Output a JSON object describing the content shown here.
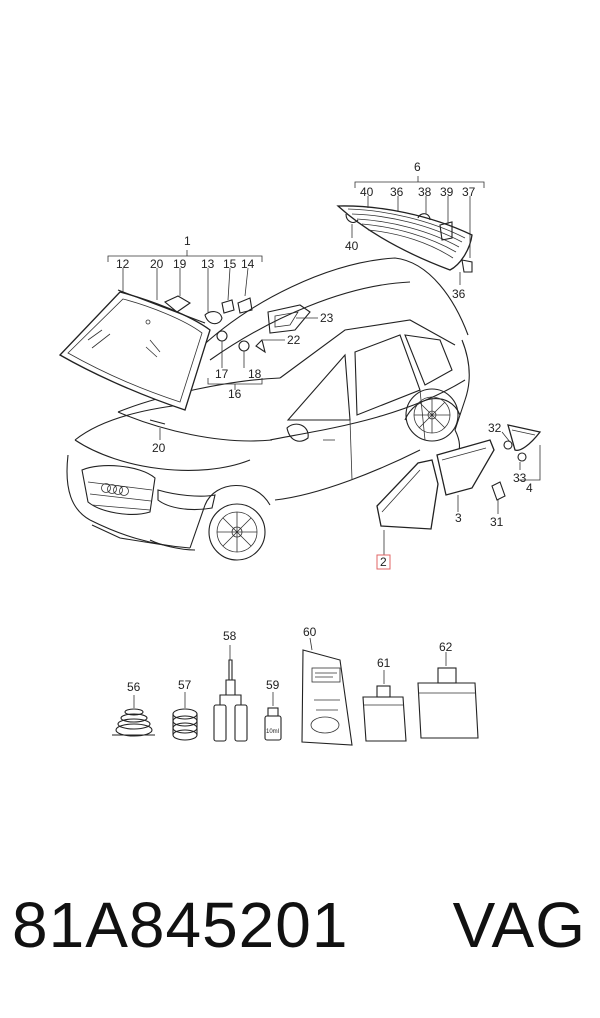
{
  "callouts": {
    "c1": "1",
    "c2": "2",
    "c3": "3",
    "c4": "4",
    "c6": "6",
    "c12": "12",
    "c13": "13",
    "c15": "15",
    "c14": "14",
    "c16": "16",
    "c17": "17",
    "c18": "18",
    "c19": "19",
    "c20a": "20",
    "c20b": "20",
    "c22": "22",
    "c23": "23",
    "c31": "31",
    "c32": "32",
    "c33": "33",
    "c36a": "36",
    "c36b": "36",
    "c37": "37",
    "c38": "38",
    "c39": "39",
    "c40a": "40",
    "c40b": "40",
    "c56": "56",
    "c57": "57",
    "c58": "58",
    "c59": "59",
    "c60": "60",
    "c61": "61",
    "c62": "62"
  },
  "bottle_label": "10ml",
  "footer": {
    "part_number": "81A845201",
    "brand": "VAG"
  },
  "colors": {
    "line": "#222222",
    "highlight": "#e06666"
  }
}
